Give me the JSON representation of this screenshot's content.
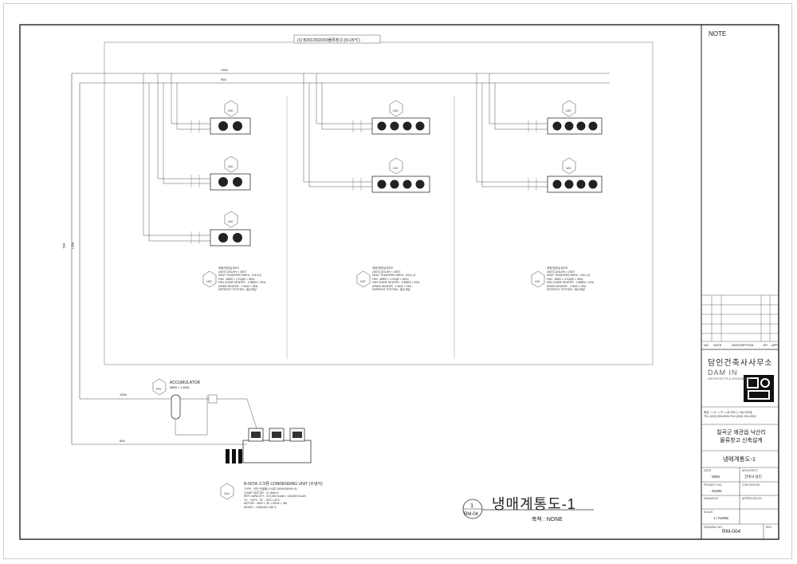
{
  "drawing": {
    "room_label": "(1) B201/202/203물류창고 (0/-25℃)",
    "main_title": "냉매계통도-1",
    "scale": "축척 : NONE",
    "callout_number": "1",
    "callout_ref": "RM-04",
    "pipe_labels": [
      "125A",
      "50A",
      "50A",
      "125A",
      "125A",
      "50A"
    ],
    "unit_cooler_sets": [
      {
        "name": "냉동/냉장실 B201",
        "spec_lines": [
          "UNITCOOLER × 3SET",
          "HEAT TRANSFER AREA : 118.2㎡",
          "FAN : Ø500 × 3 EA(Ø × 3EA)",
          "FAN GUIDE HEATER : 2.55kW × 3EA",
          "DRAIN HEATER : 1.5kW × 3EA",
          "DEFROST SYSTEM : 발수제상"
        ]
      },
      {
        "name": "냉동/냉장실 B202",
        "spec_lines": [
          "UNITCOOLER × 2SET",
          "HEAT TRANSFER AREA : 233.1㎡",
          "FAN : Ø500 × 4 EA(Ø × 4EA)",
          "FAN GUIDE HEATER : 3.55kW × 4EA",
          "DRAIN HEATER : 1.5kW × 2EA",
          "DEFROST SYSTEM : 발수제상"
        ]
      },
      {
        "name": "냉동/냉장실 B203",
        "spec_lines": [
          "UNITCOOLER × 2SET",
          "HEAT TRANSFER AREA : 233.1㎡",
          "FAN : Ø500 × 4 EA(Ø × 4EA)",
          "FAN GUIDE HEATER : 3.55kW × 4EA",
          "DRAIN HEATER : 1.5kW × 2EA",
          "DEFROST SYSTEM : 발수제상"
        ]
      }
    ],
    "accumulator": {
      "title": "ACCUMULATOR",
      "size": "Ø609 × 1,600L"
    },
    "condensing_unit": {
      "title": "R-507A 스크류 CONDENSING UNIT (수냉식)",
      "spec_lines": [
        "TYPE : 단단 반밀폐 스크류 150HP(50HP×3)",
        "COMP. MOTOR : 37.3kW×3",
        "REF CAPACITY : 370,000 Kcal/h / 138,800 Kcal/h",
        "TC : +40℃, TE : -33℃/-42℃",
        "MOTOR : 380V × 3P × 60HZ × 3W",
        "MODEL : HSK6451-150 S"
      ]
    },
    "symbols": {
      "unit_cooler": "U/C",
      "accumulator": "P/V",
      "condensing_unit": "C/U"
    }
  },
  "title_block": {
    "note_label": "NOTE",
    "revision_headers": [
      "NO",
      "DATE",
      "DESCRIPTION",
      "BY",
      "APP"
    ],
    "firm_name": "담인건축사사무소",
    "firm_en": "DAM IN",
    "firm_en_sub": "ARCHITECTS & ENGINEERS",
    "firm_address": [
      "충남 ○○시 ○○구 ○○로 000 (○○동) 000호",
      "TEL.(000) 000-0000  FAX.(000) 000-0000"
    ],
    "project_name": [
      "칠곡군 왜관읍 낙산리",
      "물류창고 신축설계"
    ],
    "drawing_title": "냉매계통도-1",
    "fields": {
      "date_label": "DATE",
      "date_value": "0000",
      "architect_label": "ARCHITECT",
      "architect_value": "건축사 담인",
      "project_no_label": "PROJECT NO.",
      "project_no_value": "01000",
      "checked_label": "CHECKED BY",
      "drawn_label": "DRAWN BY",
      "approved_label": "APPROVED BY",
      "scale_label": "SCALE",
      "scale_value": "1 / NONE",
      "drawing_no_label": "DRAWING NO.",
      "drawing_no_value": "RM-004",
      "rev_label": "REV."
    },
    "logo_letters": [
      "C",
      "O",
      "미"
    ]
  }
}
